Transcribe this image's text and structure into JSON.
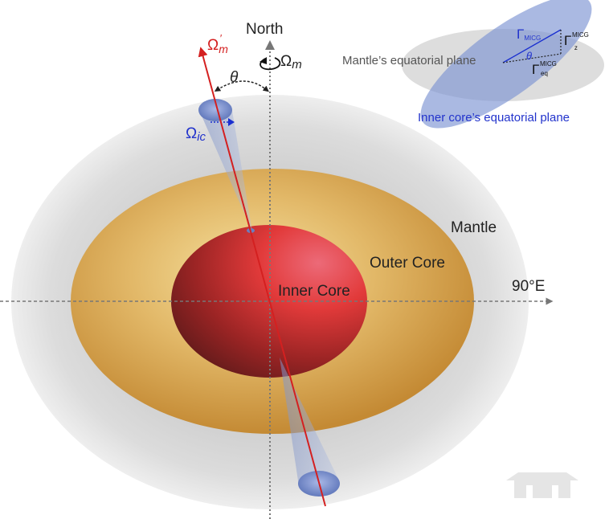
{
  "labels": {
    "north": "North",
    "omega_m": "Ω",
    "omega_m_sub": "m",
    "omega_m_prime": "Ω",
    "omega_m_prime_sub": "m",
    "omega_m_prime_mark": "′",
    "omega_ic": "Ω",
    "omega_ic_sub": "ic",
    "theta": "θ",
    "mantle": "Mantle",
    "outer_core": "Outer Core",
    "inner_core": "Inner Core",
    "east": "90°E"
  },
  "inset": {
    "mantle_plane": "Mantle’s equatorial plane",
    "inner_core_plane": "Inner core’s equatorial plane",
    "gamma": "Γ",
    "gamma_sub": "MICG",
    "gamma_z_sup": "MICG",
    "gamma_z_sub": "z",
    "gamma_eq_sup": "MICG",
    "gamma_eq_sub": "eq",
    "theta": "θ"
  },
  "colors": {
    "rotation_axis": "#d42020",
    "inner_core_axis": "#1a2fd0",
    "label_blue": "#2233cc"
  }
}
